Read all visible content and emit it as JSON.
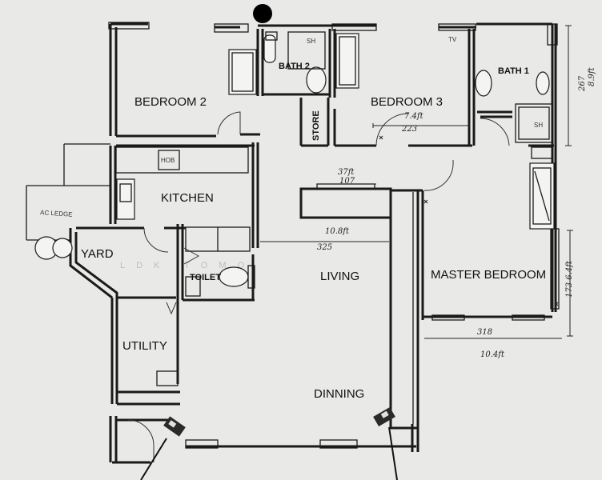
{
  "rooms": {
    "bedroom2": "BEDROOM 2",
    "bath2": "BATH 2",
    "bedroom3": "BEDROOM 3",
    "bath1": "BATH 1",
    "store": "STORE",
    "kitchen": "KITCHEN",
    "ac_ledge": "AC LEDGE",
    "yard": "YARD",
    "toilet": "TOILET",
    "utility": "UTILITY",
    "living": "LIVING",
    "master_bedroom": "MASTER BEDROOM",
    "dinning": "DINNING"
  },
  "fixtures": {
    "sh_bath2": "SH",
    "sh_bath1": "SH",
    "tv": "TV",
    "hob": "HOB"
  },
  "dimensions": {
    "bedroom3_ft": "7.4ft",
    "bedroom3_cm": "223",
    "bench_ft": "37ft",
    "bench_cm": "107",
    "living_ft": "10.8ft",
    "living_cm": "325",
    "bath1_ft": "8.9ft",
    "bath1_cm": "267",
    "master_side": "173 6.4ft",
    "master_cm": "318",
    "master_ft": "10.4ft"
  },
  "watermark": "LDK TOMO",
  "colors": {
    "paper": "#e9e9e7",
    "ink": "#1a1a1a",
    "dot": "#000000"
  }
}
